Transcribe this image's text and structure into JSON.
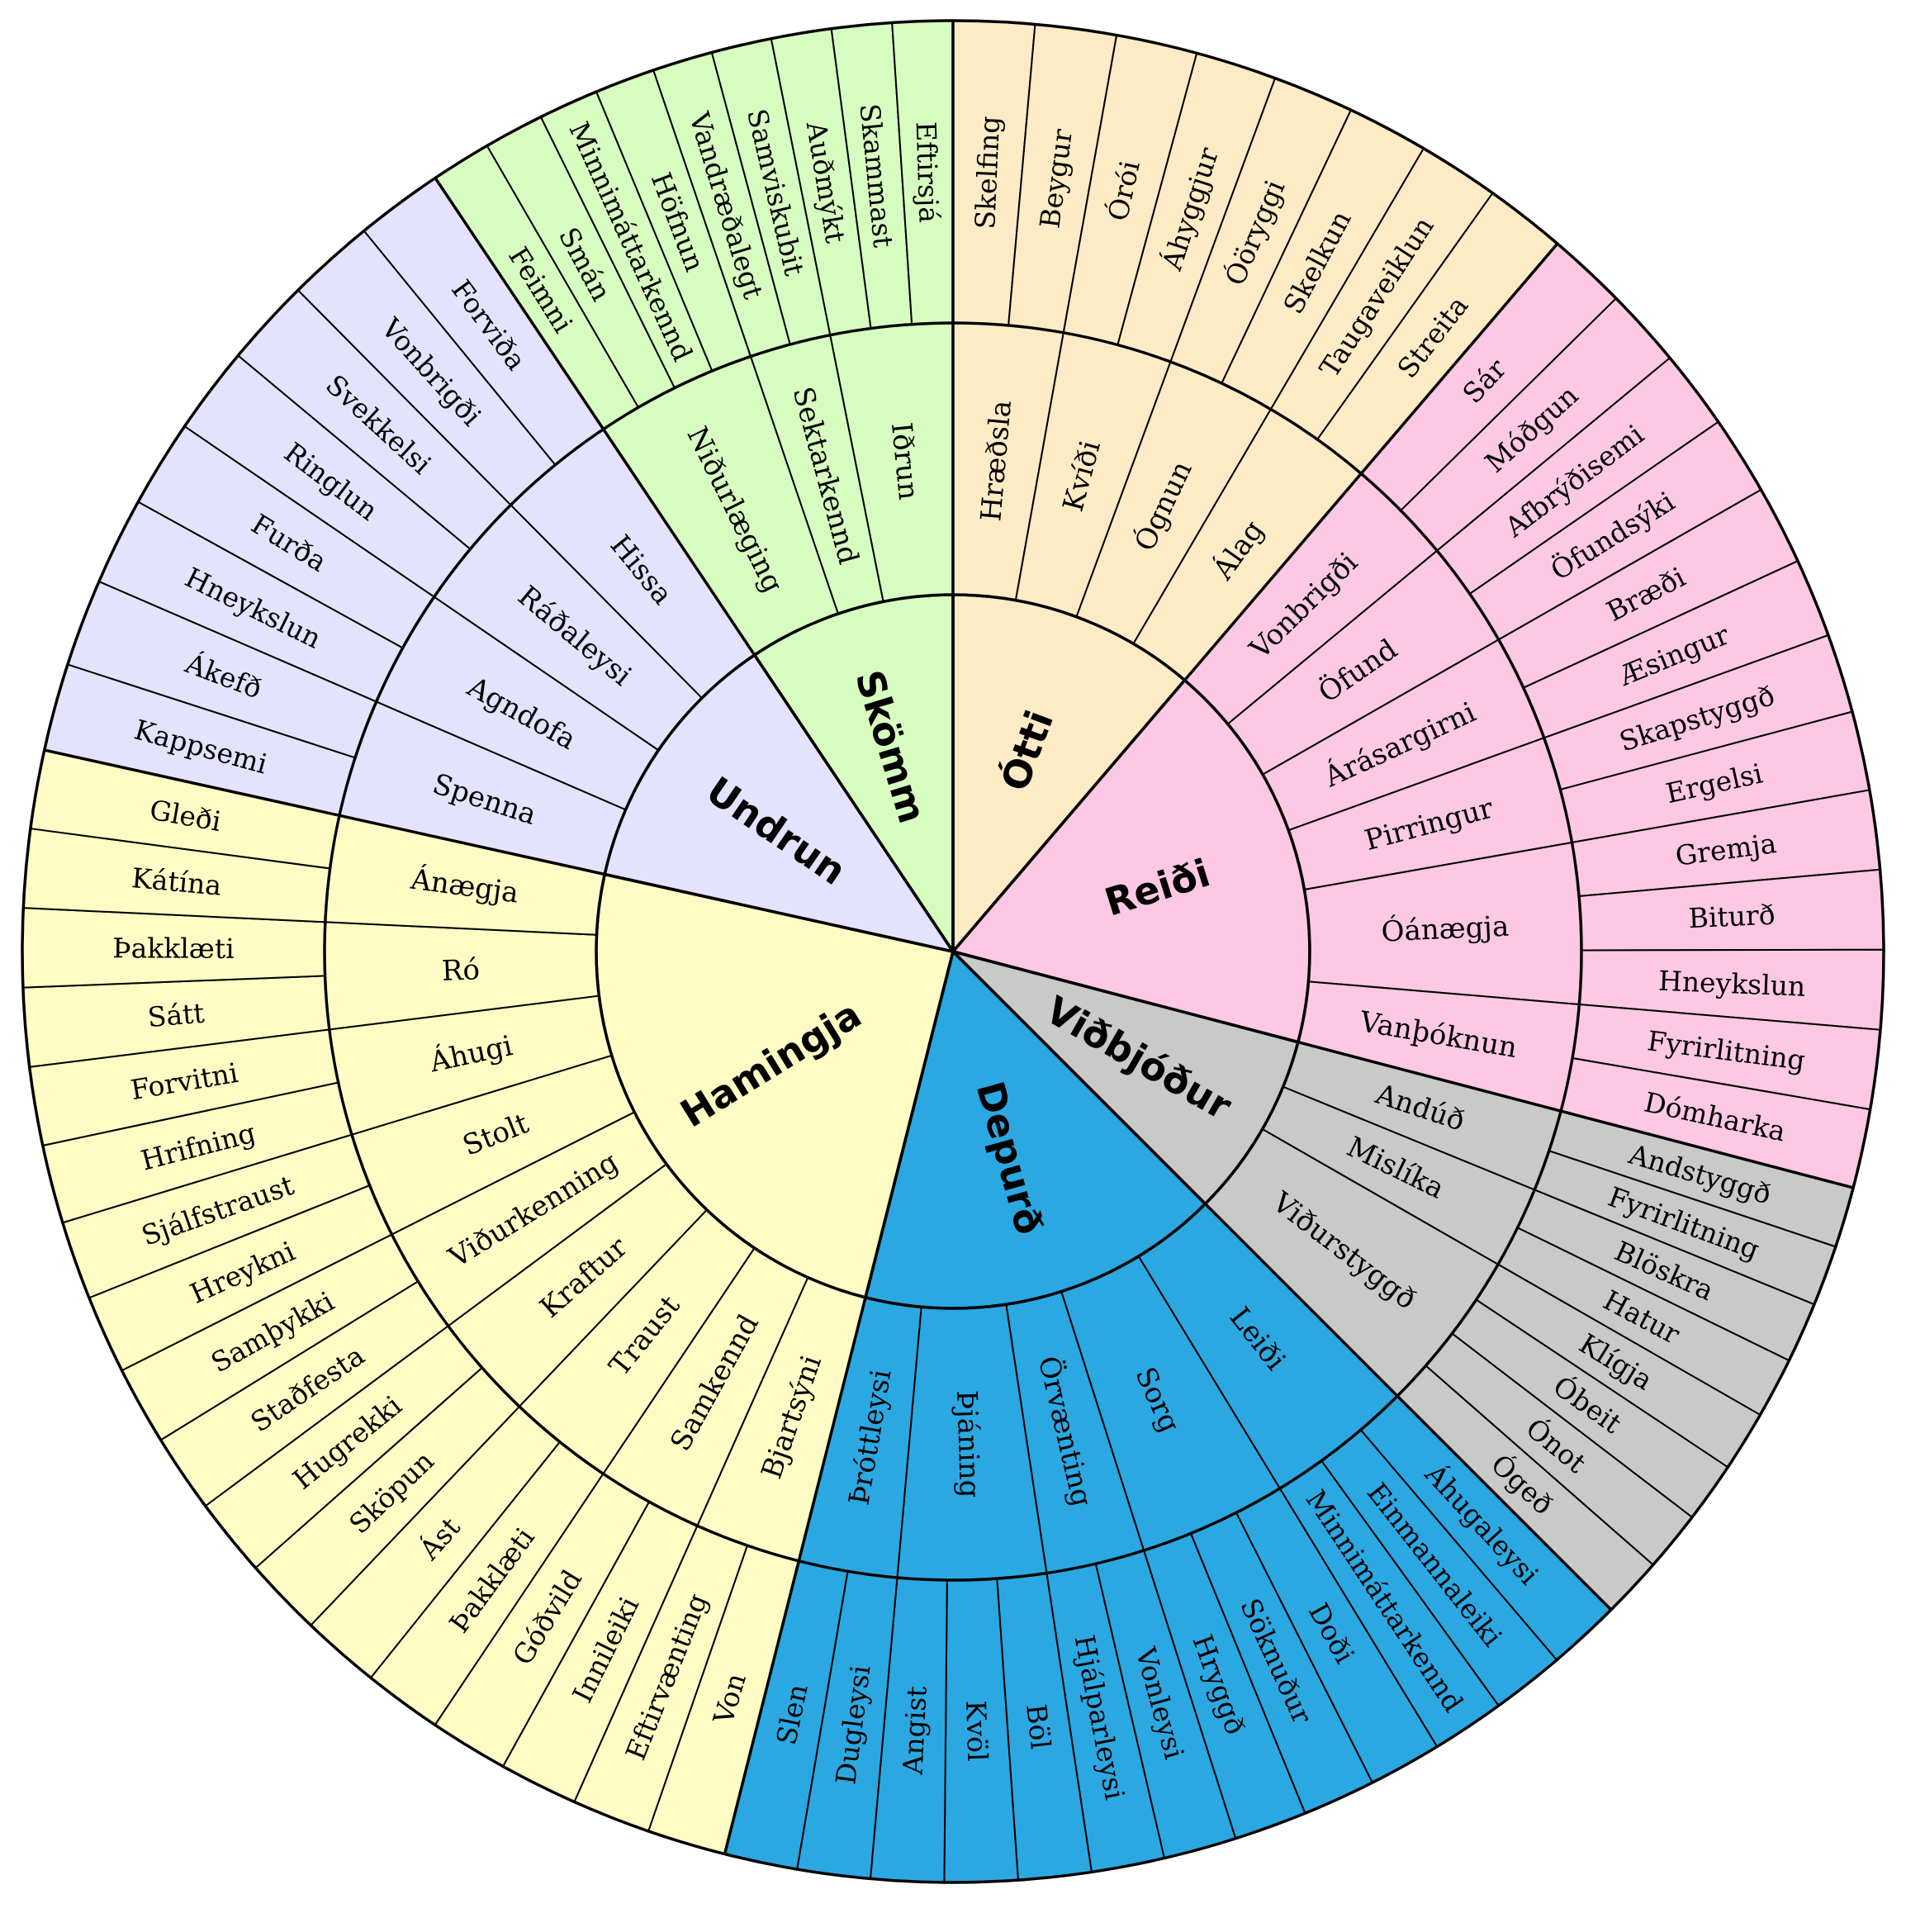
{
  "wheel": {
    "emotions": [
      {
        "name": "Ótti",
        "color": "#fdebc6",
        "secondary": [
          {
            "name": "Hræðsla",
            "tertiary": [
              "Skelfing",
              "Beygur"
            ]
          },
          {
            "name": "Kvíði",
            "tertiary": [
              "Órói",
              "Áhyggjur"
            ]
          },
          {
            "name": "Ógnun",
            "tertiary": [
              "Óöryggi",
              "Skelkun"
            ]
          },
          {
            "name": "Álag",
            "tertiary": [
              "Taugaveiklun",
              "Streita"
            ]
          }
        ]
      },
      {
        "name": "Reiði",
        "color": "#fcc8e3",
        "secondary": [
          {
            "name": "Vonbrigði",
            "tertiary": [
              "Sár",
              "Móðgun"
            ]
          },
          {
            "name": "Öfund",
            "tertiary": [
              "Afbrýðisemi",
              "Öfundsýki"
            ]
          },
          {
            "name": "Árásargirni",
            "tertiary": [
              "Bræði",
              "Æsingur"
            ]
          },
          {
            "name": "Pirringur",
            "tertiary": [
              "Skapstyggð",
              "Ergelsi"
            ]
          },
          {
            "name": "Óánægja",
            "tertiary": [
              "Gremja",
              "Biturð",
              "Hneykslun"
            ]
          },
          {
            "name": "Vanþóknun",
            "tertiary": [
              "Fyrirlitning",
              "Dómharka"
            ]
          }
        ]
      },
      {
        "name": "Viðbjóður",
        "color": "#c9c9c9",
        "secondary": [
          {
            "name": "Andúð",
            "tertiary": [
              "Andstyggð",
              "Fyrirlitning"
            ]
          },
          {
            "name": "Mislíka",
            "tertiary": [
              "Blöskra",
              "Hatur"
            ]
          },
          {
            "name": "Viðurstyggð",
            "tertiary": [
              "Klígja",
              "Óbeit",
              "Ónot",
              "Ógeð"
            ]
          }
        ]
      },
      {
        "name": "Depurð",
        "color": "#2ba8e2",
        "secondary": [
          {
            "name": "Leiði",
            "tertiary": [
              "Áhugaleysi",
              "Einmannaleiki",
              "Minnimáttarkennd"
            ]
          },
          {
            "name": "Sorg",
            "tertiary": [
              "Doði",
              "Söknuður",
              "Hryggð"
            ]
          },
          {
            "name": "Örvænting",
            "tertiary": [
              "Vonleysi",
              "Hjálparleysi"
            ]
          },
          {
            "name": "Þjáning",
            "tertiary": [
              "Böl",
              "Kvöl",
              "Angist"
            ]
          },
          {
            "name": "Þróttleysi",
            "tertiary": [
              "Dugleysi",
              "Slen"
            ]
          }
        ]
      },
      {
        "name": "Hamingja",
        "color": "#fefcc4",
        "secondary": [
          {
            "name": "Bjartsýni",
            "tertiary": [
              "Von",
              "Eftirvænting"
            ]
          },
          {
            "name": "Samkennd",
            "tertiary": [
              "Innileiki",
              "Góðvild"
            ]
          },
          {
            "name": "Traust",
            "tertiary": [
              "Þakklæti",
              "Ást"
            ]
          },
          {
            "name": "Kraftur",
            "tertiary": [
              "Sköpun",
              "Hugrekki"
            ]
          },
          {
            "name": "Viðurkenning",
            "tertiary": [
              "Staðfesta",
              "Samþykki"
            ]
          },
          {
            "name": "Stolt",
            "tertiary": [
              "Hreykni",
              "Sjálfstraust"
            ]
          },
          {
            "name": "Áhugi",
            "tertiary": [
              "Hrifning",
              "Forvitni"
            ]
          },
          {
            "name": "Ró",
            "tertiary": [
              "Sátt",
              "Þakklæti"
            ]
          },
          {
            "name": "Ánægja",
            "tertiary": [
              "Kátína",
              "Gleði"
            ]
          }
        ]
      },
      {
        "name": "Undrun",
        "color": "#e4e3fd",
        "secondary": [
          {
            "name": "Spenna",
            "tertiary": [
              "Kappsemi",
              "Ákefð"
            ]
          },
          {
            "name": "Agndofa",
            "tertiary": [
              "Hneykslun",
              "Furða"
            ]
          },
          {
            "name": "Ráðaleysi",
            "tertiary": [
              "Ringlun",
              "Svekkelsi"
            ]
          },
          {
            "name": "Hissa",
            "tertiary": [
              "Vonbrigði",
              "Forviða"
            ]
          }
        ]
      },
      {
        "name": "Skömm",
        "color": "#d7fcc0",
        "secondary": [
          {
            "name": "Niðurlæging",
            "tertiary": [
              "Feimni",
              "Smán",
              "Minnimáttarkennd",
              "Höfnun"
            ]
          },
          {
            "name": "Sektarkennd",
            "tertiary": [
              "Vandræðalegt",
              "Samviskubit"
            ]
          },
          {
            "name": "Iðrun",
            "tertiary": [
              "Auðmýkt",
              "Skammast",
              "Eftirsjá"
            ]
          }
        ]
      }
    ]
  }
}
